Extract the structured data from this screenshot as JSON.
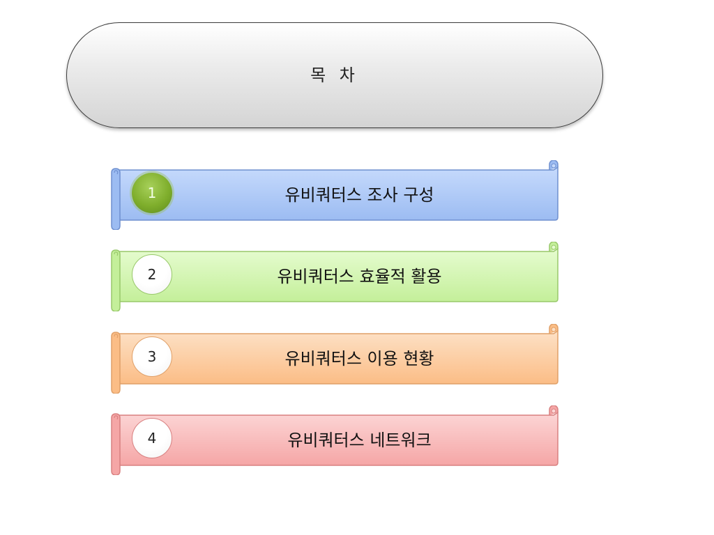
{
  "title": "목 차",
  "items": [
    {
      "number": "1",
      "label": "유비쿼터스 조사 구성",
      "color_fill": "#c6dafc",
      "color_fill2": "#9cbcf2",
      "color_stroke": "#6e8fcf",
      "active": true
    },
    {
      "number": "2",
      "label": "유비쿼터스 효율적 활용",
      "color_fill": "#e6fcd0",
      "color_fill2": "#c4ef9a",
      "color_stroke": "#98c86a",
      "active": false
    },
    {
      "number": "3",
      "label": "유비쿼터스 이용 현황",
      "color_fill": "#fde1c6",
      "color_fill2": "#fbbd86",
      "color_stroke": "#e0a068",
      "active": false
    },
    {
      "number": "4",
      "label": "유비쿼터스 네트워크",
      "color_fill": "#fcd6d6",
      "color_fill2": "#f5a6a6",
      "color_stroke": "#d88080",
      "active": false
    }
  ]
}
